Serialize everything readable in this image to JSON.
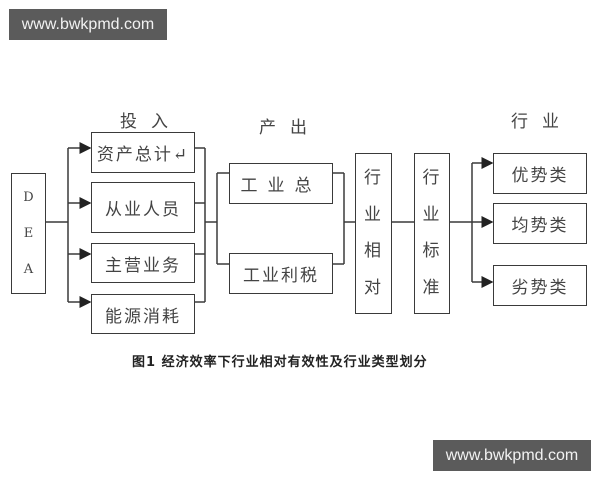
{
  "watermarks": {
    "top": "www.bwkpmd.com",
    "bottom": "www.bwkpmd.com"
  },
  "headers": {
    "input": "投入",
    "output": "产出",
    "industry": "行业"
  },
  "dea_box": {
    "letters": [
      "D",
      "E",
      "A"
    ]
  },
  "inputs": [
    "资产总计↵",
    "从业人员",
    "主营业务",
    "能源消耗"
  ],
  "outputs": [
    "工业总",
    "工业利税"
  ],
  "relative_box": {
    "chars": [
      "行",
      "业",
      "相",
      "对"
    ]
  },
  "standard_box": {
    "chars": [
      "行",
      "业",
      "标",
      "准"
    ]
  },
  "categories": [
    "优势类",
    "均势类",
    "劣势类"
  ],
  "caption": "图1  经济效率下行业相对有效性及行业类型划分",
  "colors": {
    "line": "#3a3a3a",
    "watermark_bg": "#5b5b5b",
    "watermark_text": "#f2f2f2"
  }
}
